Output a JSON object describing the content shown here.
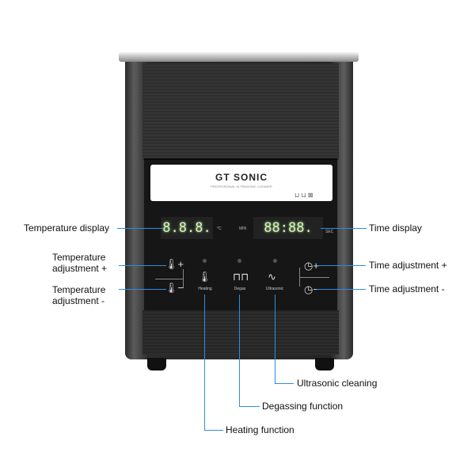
{
  "product": {
    "brand": "GT SONIC",
    "tagline": "PROFESSIONAL ULTRASONIC CLEANER",
    "temp_readout": "8.8.8.",
    "temp_unit": "°C",
    "time_prefix": "MIN",
    "time_readout": "88:88.",
    "time_suffix": "SEC",
    "buttons": [
      {
        "label": "Heating",
        "icon": "thermometer-icon"
      },
      {
        "label": "Degas",
        "icon": "square-wave-icon"
      },
      {
        "label": "Ultrasonic",
        "icon": "sine-wave-icon"
      }
    ]
  },
  "callouts": {
    "temperature_display": "Temperature display",
    "time_display": "Time display",
    "temp_plus": "Temperature adjustment +",
    "temp_minus": "Temperature adjustment -",
    "time_plus": "Time adjustment +",
    "time_minus": "Time adjustment -",
    "ultrasonic": "Ultrasonic cleaning",
    "degas": "Degassing function",
    "heating": "Heating function"
  },
  "colors": {
    "callout_line": "#2e8de0",
    "display": "#d9f2c4"
  }
}
